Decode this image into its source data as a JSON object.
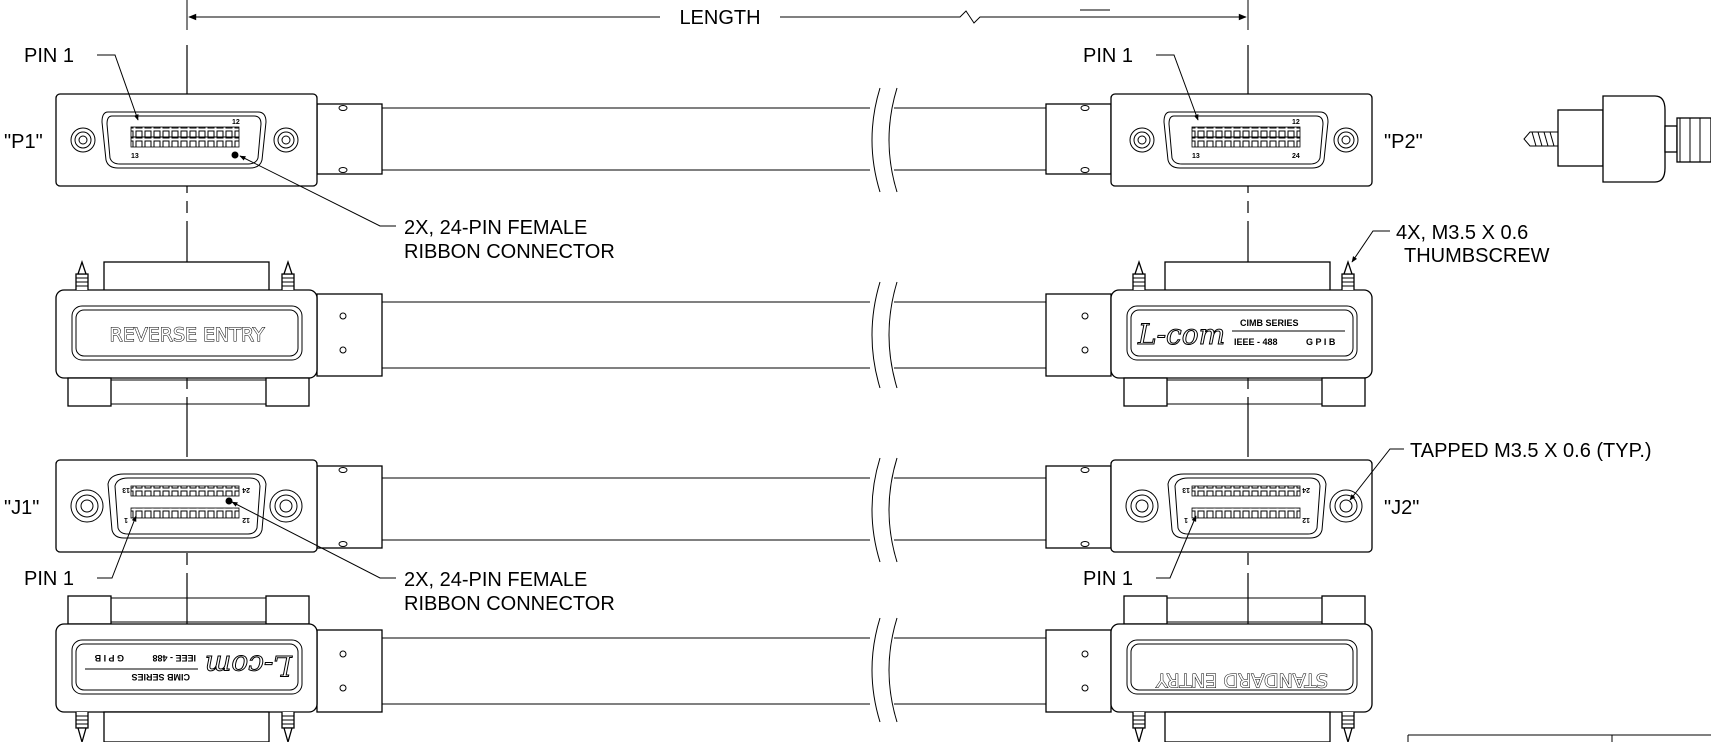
{
  "dimension": {
    "length_label": "LENGTH"
  },
  "pin1_labels": {
    "p1": "PIN 1",
    "p2": "PIN 1",
    "j1": "PIN 1",
    "j2": "PIN 1"
  },
  "connector_labels": {
    "p1": "\"P1\"",
    "p2": "\"P2\"",
    "j1": "\"J1\"",
    "j2": "\"J2\""
  },
  "callouts": {
    "ribbon_top": [
      "2X, 24-PIN FEMALE",
      "RIBBON CONNECTOR"
    ],
    "ribbon_bottom": [
      "2X, 24-PIN FEMALE",
      "RIBBON CONNECTOR"
    ],
    "thumbscrew": [
      "4X, M3.5 X 0.6",
      "THUMBSCREW"
    ],
    "tapped": "TAPPED M3.5 X 0.6 (TYP.)"
  },
  "pin_numbers": {
    "p_top_right": "12",
    "p_bottom_left": "13",
    "p_bottom_right": "24",
    "j_top_left": "13",
    "j_top_right": "24",
    "j_bottom_left": "1",
    "j_bottom_right": "12"
  },
  "plates": {
    "reverse_entry": "REVERSE ENTRY",
    "standard_entry": "STANDARD ENTRY",
    "logo": "L-com",
    "series": "CIMB SERIES",
    "ieee": "IEEE - 488",
    "gpib": "G P I B"
  }
}
